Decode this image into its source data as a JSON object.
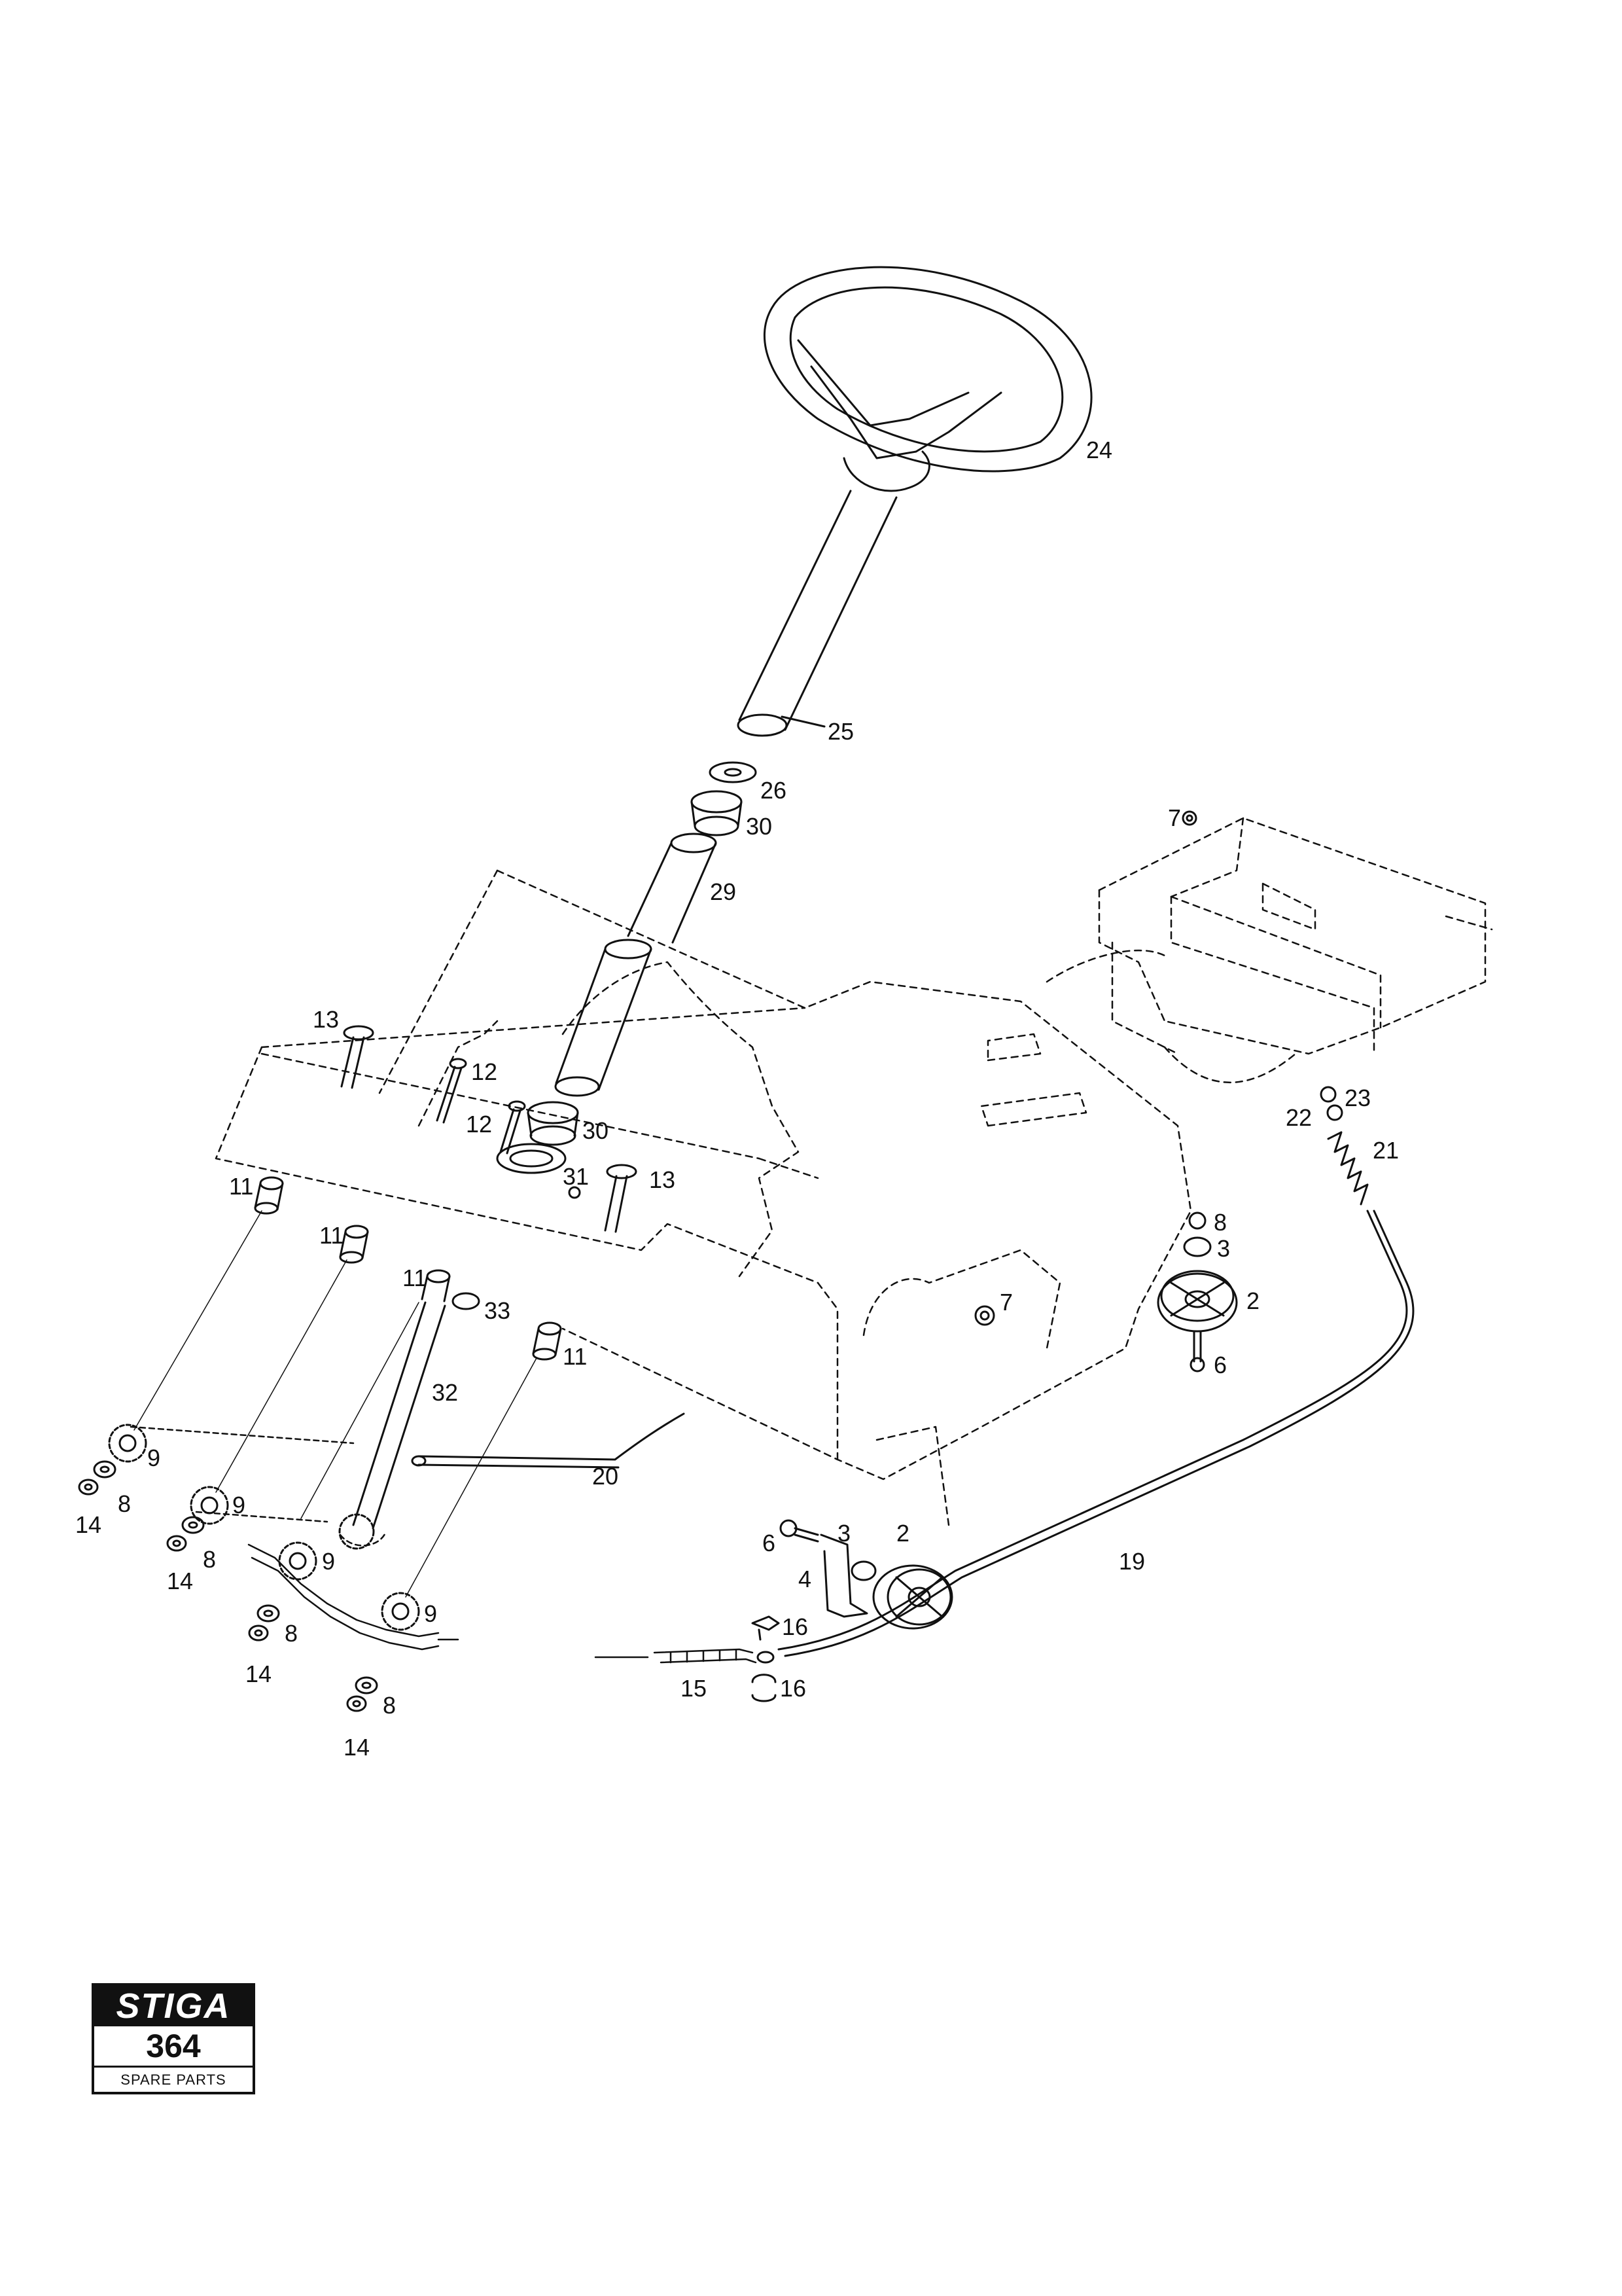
{
  "callouts": {
    "c24": "24",
    "c25": "25",
    "c26": "26",
    "c30a": "30",
    "c29": "29",
    "c7a": "7",
    "c13a": "13",
    "c12a": "12",
    "c12b": "12",
    "c30b": "30",
    "c31": "31",
    "c13b": "13",
    "c23": "23",
    "c22": "22",
    "c21": "21",
    "c11a": "11",
    "c11b": "11",
    "c11c": "11",
    "c33": "33",
    "c11d": "11",
    "c8a": "8",
    "c3a": "3",
    "c2a": "2",
    "c6a": "6",
    "c7b": "7",
    "c32": "32",
    "c9a": "9",
    "c8b": "8",
    "c14a": "14",
    "c20": "20",
    "c9b": "9",
    "c8c": "8",
    "c14b": "14",
    "c9c": "9",
    "c9d": "9",
    "c8d": "8",
    "c14c": "14",
    "c8e": "8",
    "c14d": "14",
    "c6b": "6",
    "c3b": "3",
    "c2b": "2",
    "c4": "4",
    "c19": "19",
    "c16a": "16",
    "c15": "15",
    "c16b": "16"
  },
  "logo": {
    "brand": "STIGA",
    "number": "364",
    "subtitle": "SPARE PARTS"
  }
}
